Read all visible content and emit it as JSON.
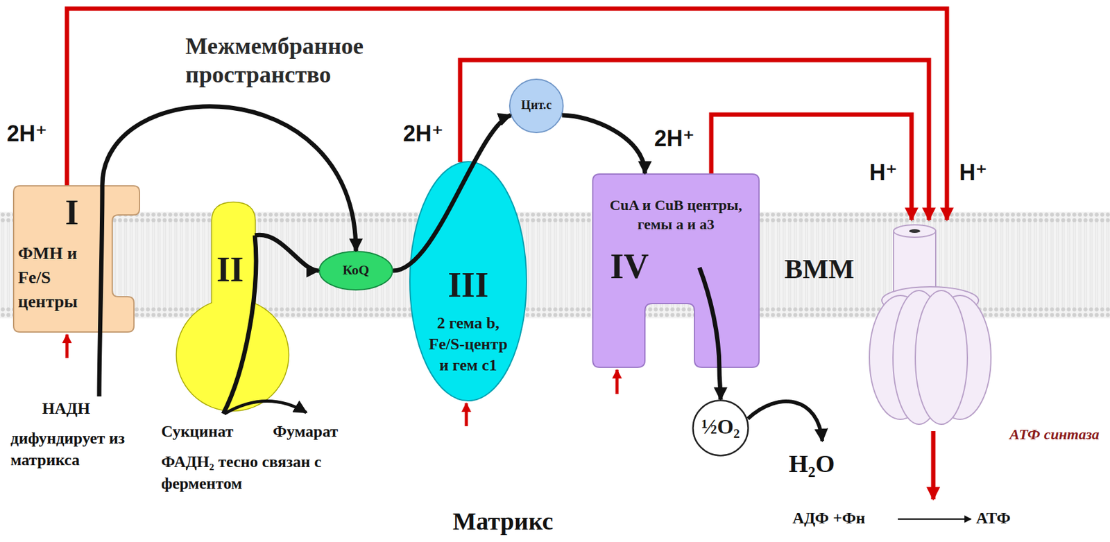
{
  "diagram": {
    "nodes": [
      {
        "text": [
          "I",
          "ФМН и Fe/S центры"
        ]
      },
      {
        "text": [
          "II"
        ]
      },
      {
        "text": [
          "КоQ"
        ]
      },
      {
        "text": [
          "III",
          "2 гема b, Fe/S-центр и гем c1"
        ]
      },
      {
        "text": [
          "Цит.c"
        ]
      },
      {
        "text": [
          "CuA и CuB центры, гемы a и a3",
          "IV"
        ]
      },
      {
        "text": [
          "½O₂"
        ]
      },
      {
        "text": [
          "АТФ синтаза"
        ]
      }
    ],
    "edges": [
      {
        "from": 0,
        "to": 2,
        "arrow": "to"
      },
      {
        "from": 1,
        "to": 2,
        "arrow": "to"
      },
      {
        "from": 2,
        "to": 4,
        "arrow": "to"
      },
      {
        "from": 4,
        "to": 5,
        "arrow": "to"
      },
      {
        "from": 5,
        "to": 6,
        "arrow": "to"
      },
      {
        "from": 0,
        "to": 7,
        "label": "2H⁺",
        "arrow": "to"
      },
      {
        "from": 3,
        "to": 7,
        "label": "2H⁺",
        "arrow": "to"
      },
      {
        "from": 5,
        "to": 7,
        "label": "2H⁺",
        "arrow": "to"
      }
    ],
    "labels": [
      "Межмембранное пространство",
      "ВММ",
      "H⁺",
      "H⁺",
      "НАДН",
      "дифундирует из матрикса",
      "Сукцинат",
      "Фумарат",
      "ФАДН₂ тесно связан с ферментом",
      "H₂O",
      "Матрикс",
      "АДФ +Фн",
      "АТФ"
    ]
  }
}
